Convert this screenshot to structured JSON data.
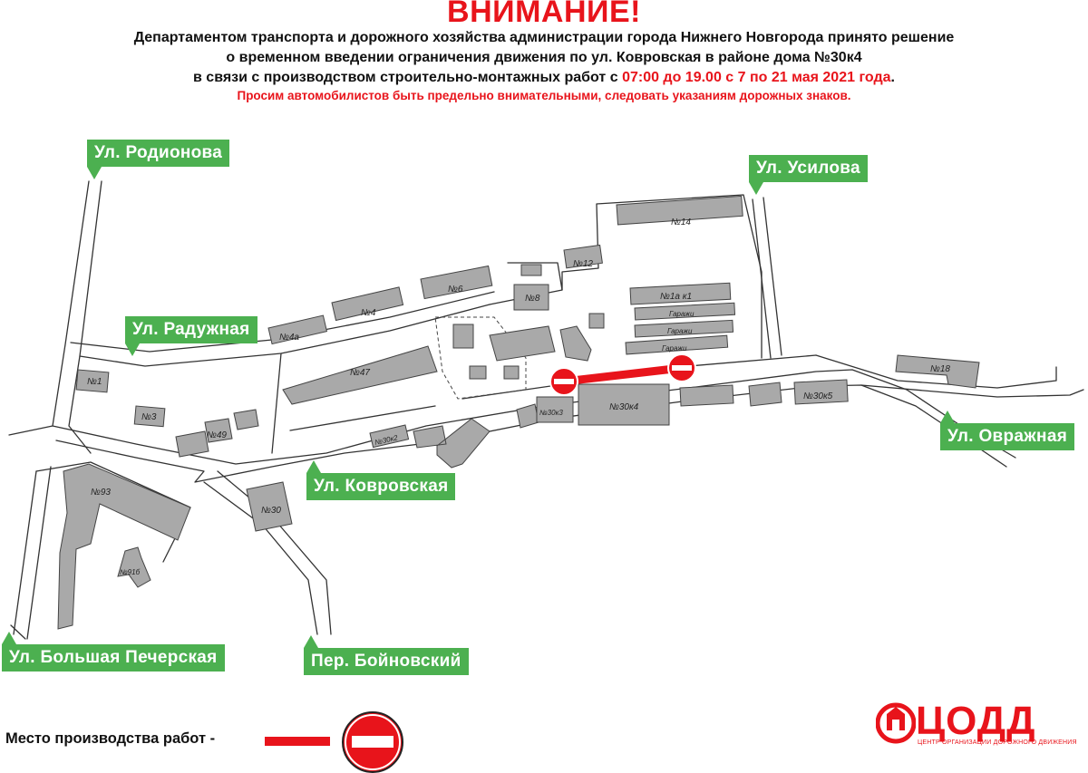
{
  "header": {
    "title": "ВНИМАНИЕ!",
    "line1": "Департаментом транспорта и дорожного хозяйства администрации города Нижнего Новгорода принято решение",
    "line2": "о временном введении ограничения движения по ул. Ковровская в районе дома №30к4",
    "line3_prefix": "в связи с производством строительно-монтажных работ с ",
    "line3_time": "07:00 до 19.00  с 7 по  21 мая 2021 года",
    "line3_suffix": ".",
    "line4": "Просим автомобилистов быть предельно внимательными, следовать указаниям дорожных знаков."
  },
  "streets": {
    "rodionova": "Ул. Родионова",
    "usilova": "Ул. Усилова",
    "raduzhnaya": "Ул. Радужная",
    "kovrovskaya": "Ул. Ковровская",
    "ovrazhnaya": "Ул. Овражная",
    "b_pecherskaya": "Ул. Большая Печерская",
    "boynovsky": "Пер. Бойновский"
  },
  "buildings": {
    "b14": "№14",
    "b12": "№12",
    "b6": "№6",
    "b8": "№8",
    "b4": "№4",
    "b4a": "№4а",
    "b1ak1": "№1а к1",
    "garage1": "Гаражи",
    "garage2": "Гаражи",
    "garage3": "Гаражи",
    "b47": "№47",
    "b1": "№1",
    "b3": "№3",
    "b49": "№49",
    "b30k3": "№30к3",
    "b30k4": "№30к4",
    "b30k5": "№30к5",
    "b18": "№18",
    "b30k2": "№30к2",
    "b30": "№30",
    "b93": "№93",
    "b91b": "№91б"
  },
  "legend": {
    "label": "Место производства работ -"
  },
  "logo": {
    "name": "ЦОДД",
    "subtitle": "ЦЕНТР ОРГАНИЗАЦИИ ДОРОЖНОГО ДВИЖЕНИЯ"
  },
  "colors": {
    "alert_red": "#e8141b",
    "sign_green": "#4cb050",
    "building_gray": "#a9a9a9"
  },
  "icons": {
    "no_entry": "no-entry-icon",
    "work_zone": "work-zone-line"
  }
}
